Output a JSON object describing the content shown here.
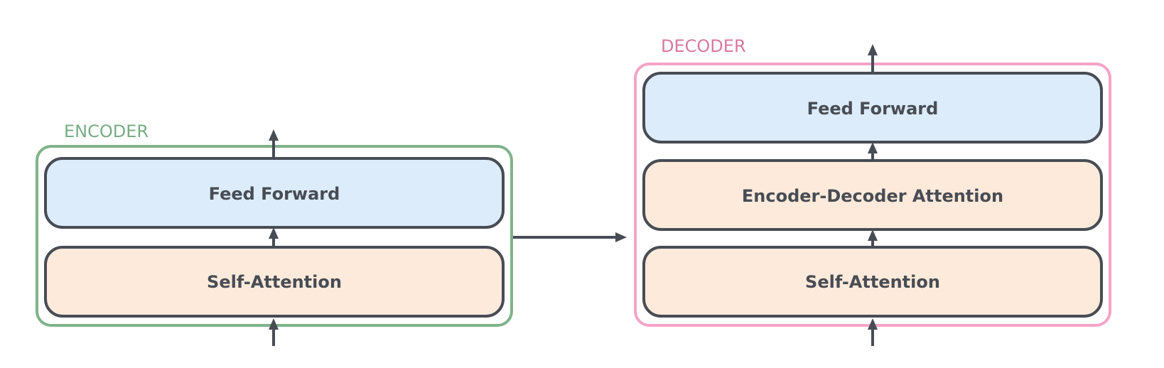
{
  "encoder": {
    "title": "ENCODER",
    "feed_forward_label": "Feed Forward",
    "self_attention_label": "Self-Attention"
  },
  "decoder": {
    "title": "DECODER",
    "feed_forward_label": "Feed Forward",
    "enc_dec_attention_label": "Encoder-Decoder Attention",
    "self_attention_label": "Self-Attention"
  },
  "colors": {
    "encoder_border": "#7fb38a",
    "encoder_title": "#78ad84",
    "decoder_border": "#f5a3c7",
    "decoder_title": "#d8799f",
    "feed_forward_fill": "#dcecfb",
    "attention_fill": "#fdeadb",
    "block_border": "#484c54",
    "arrow": "#484c54",
    "text": "#484c54"
  }
}
